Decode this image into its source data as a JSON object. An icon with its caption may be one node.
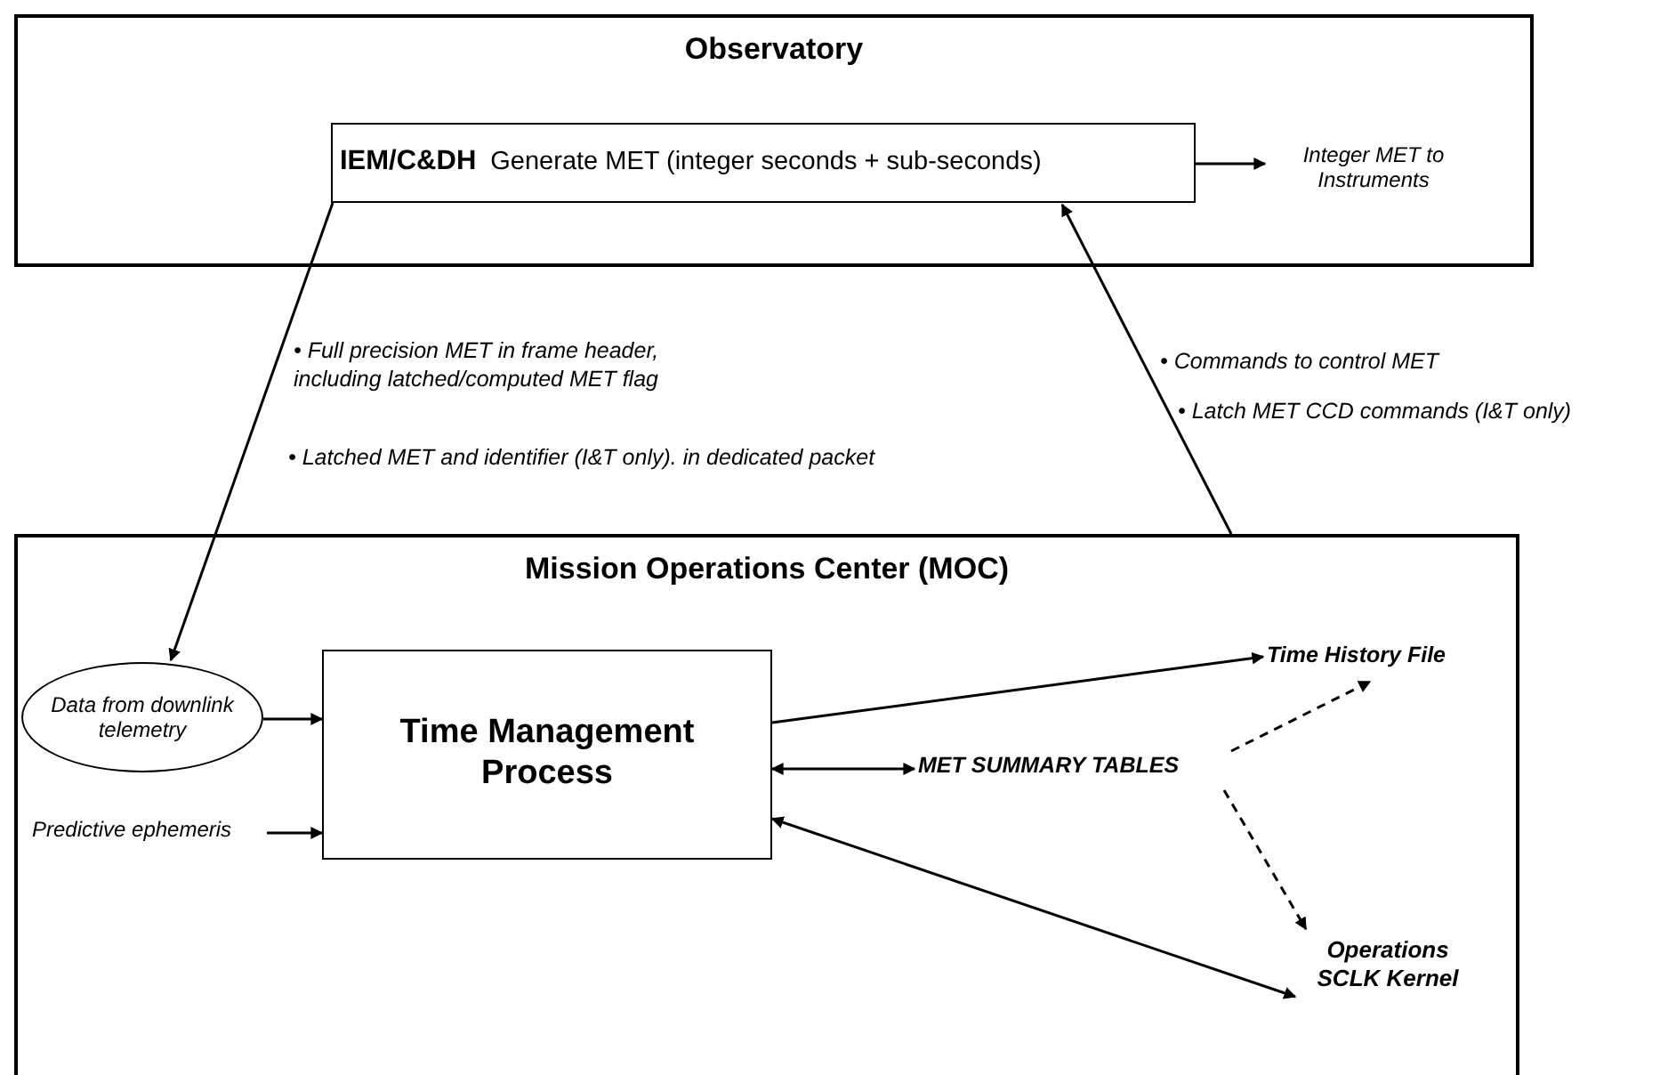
{
  "diagram": {
    "nodes": [
      {
        "text": [
          "Observatory"
        ]
      },
      {
        "text": [
          "IEM/C&DH",
          "Generate MET (integer seconds + sub-seconds)"
        ],
        "in": 0
      },
      {
        "text": [
          "Integer MET to Instruments"
        ],
        "in": 0
      },
      {
        "text": [
          "Mission Operations Center (MOC)"
        ]
      },
      {
        "text": [
          "Data from downlink telemetry"
        ],
        "in": 3
      },
      {
        "text": [
          "Predictive ephemeris"
        ],
        "in": 3
      },
      {
        "text": [
          "Time Management Process"
        ],
        "in": 3
      },
      {
        "text": [
          "Time History File"
        ],
        "in": 3
      },
      {
        "text": [
          "MET SUMMARY TABLES"
        ],
        "in": 3
      },
      {
        "text": [
          "Operations SCLK Kernel"
        ],
        "in": 3
      }
    ],
    "edges": [
      {
        "from": 1,
        "to": 2,
        "arrow": "to"
      },
      {
        "from": 1,
        "to": 4,
        "arrow": "to"
      },
      {
        "from": 3,
        "to": 1,
        "arrow": "to"
      },
      {
        "from": 4,
        "to": 6,
        "arrow": "to"
      },
      {
        "from": 5,
        "to": 6,
        "arrow": "to"
      },
      {
        "from": 6,
        "to": 7,
        "arrow": "to"
      },
      {
        "from": 6,
        "to": 8,
        "arrow": "both"
      },
      {
        "from": 9,
        "to": 6,
        "arrow": "both"
      },
      {
        "from": 8,
        "to": 7,
        "arrow": "to",
        "style": "dashed"
      },
      {
        "from": 8,
        "to": 9,
        "arrow": "to",
        "style": "dashed"
      }
    ],
    "labels": [
      "• Full precision MET in frame header, including latched/computed MET flag",
      "• Latched MET and identifier (I&T only). in dedicated packet",
      "• Commands to control MET",
      "• Latch MET CCD commands (I&T only)"
    ]
  }
}
